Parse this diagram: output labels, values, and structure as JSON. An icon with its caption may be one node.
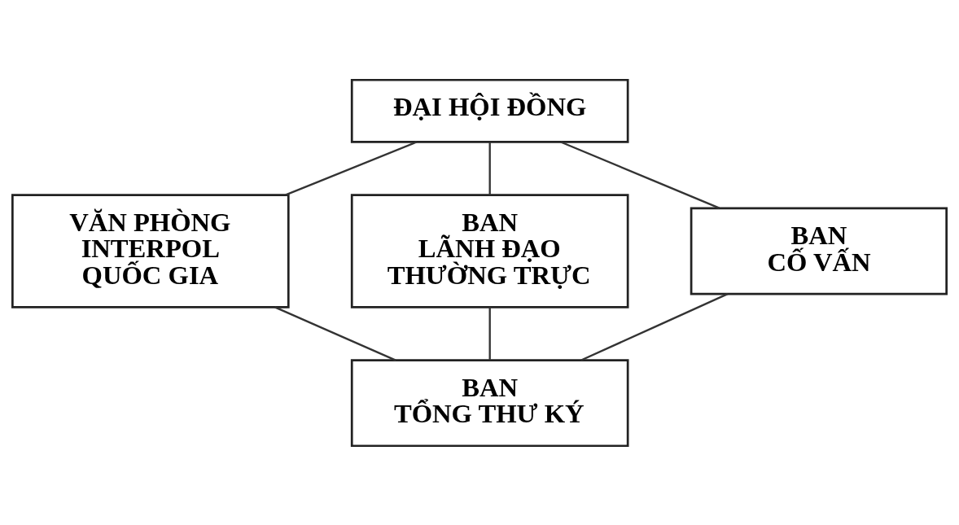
{
  "diagram": {
    "nodes": [
      {
        "text": [
          "ĐẠI HỘI ĐỒNG"
        ]
      },
      {
        "text": [
          "VĂN PHÒNG INTERPOL QUỐC GIA"
        ]
      },
      {
        "text": [
          "BAN LÃNH ĐẠO THƯỜNG TRỰC"
        ]
      },
      {
        "text": [
          "BAN CỐ VẤN"
        ]
      },
      {
        "text": [
          "BAN TỔNG THƯ KÝ"
        ]
      }
    ],
    "edges": [
      {
        "from": 0,
        "to": 1,
        "arrow": "none"
      },
      {
        "from": 0,
        "to": 2,
        "arrow": "none"
      },
      {
        "from": 0,
        "to": 3,
        "arrow": "none"
      },
      {
        "from": 1,
        "to": 4,
        "arrow": "none"
      },
      {
        "from": 2,
        "to": 4,
        "arrow": "none"
      },
      {
        "from": 3,
        "to": 4,
        "arrow": "none"
      }
    ]
  }
}
